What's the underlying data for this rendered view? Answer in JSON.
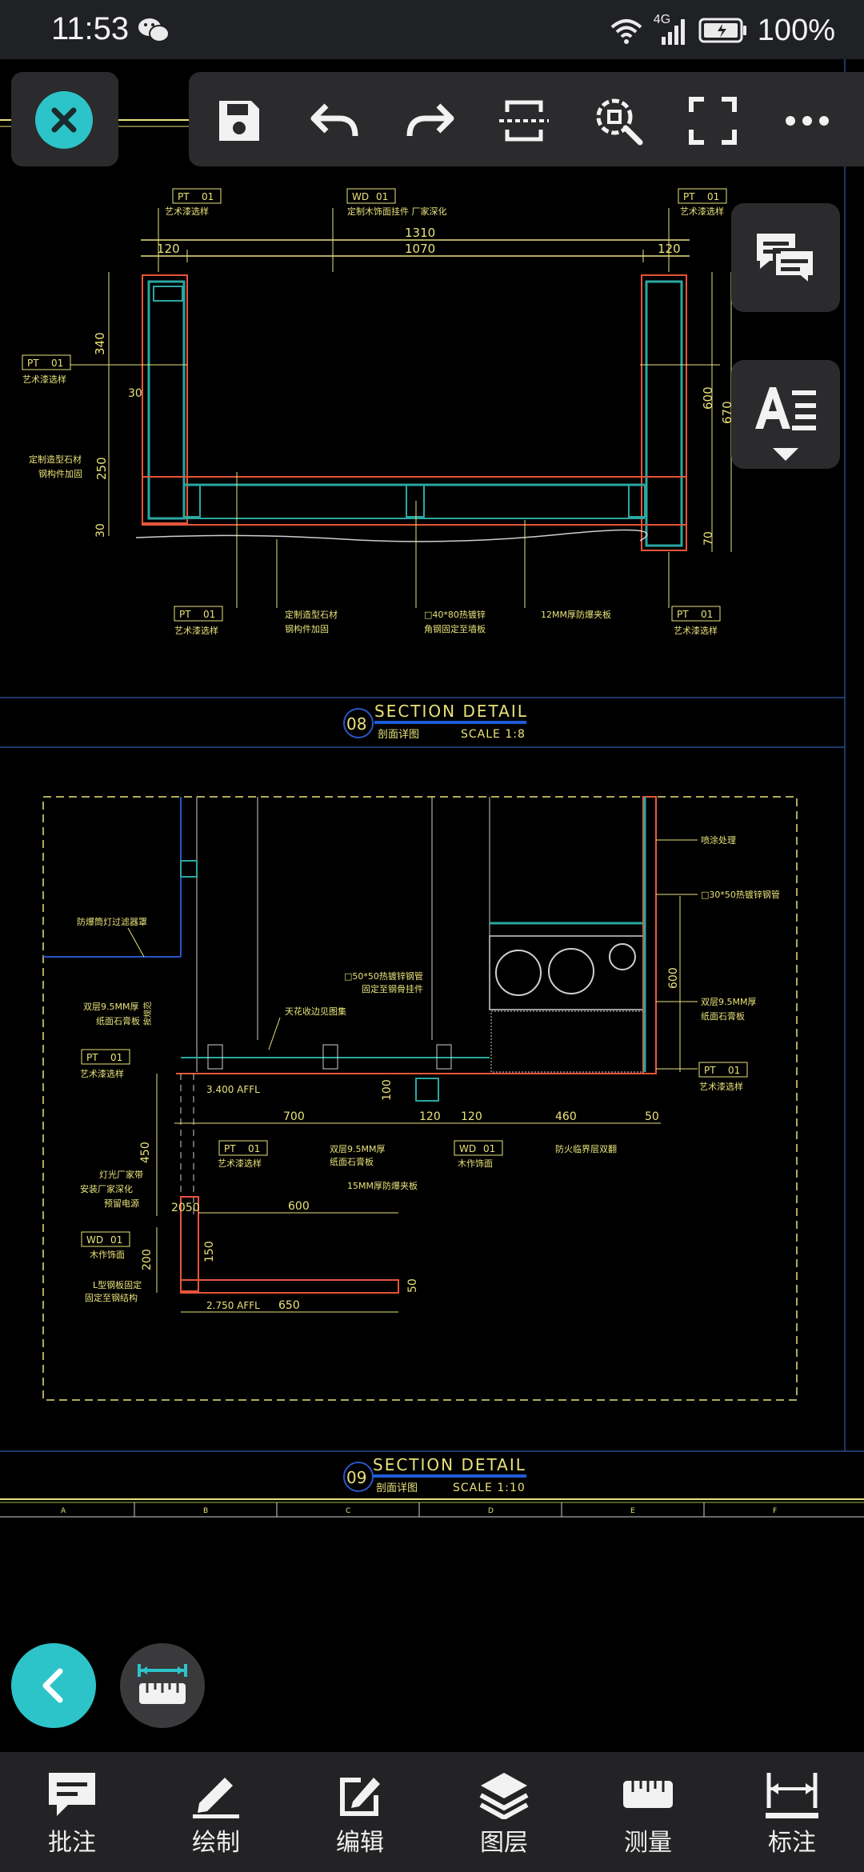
{
  "status_bar": {
    "time": "11:53",
    "network": "4G",
    "battery": "100%"
  },
  "drawing": {
    "section_08": {
      "number": "08",
      "title": "SECTION DETAIL",
      "subtitle": "剖面详图",
      "scale": "SCALE 1:8",
      "dims": {
        "total": "1310",
        "middle": "1070",
        "left": "120",
        "right": "120",
        "h340": "340",
        "h30a": "30",
        "h250": "250",
        "h30b": "30",
        "h600": "600",
        "h670": "670",
        "h70": "70"
      },
      "tags": {
        "pt": "PT",
        "wd": "WD",
        "num": "01"
      },
      "notes": {
        "art_paint": "艺术漆选样",
        "wood_veneer": "定制木饰面挂件 厂家深化",
        "custom_stone": "定制造型石材",
        "steel_frame": "钢构件加固",
        "steel_tube": "□40*80热镀锌",
        "steel_tube_fix": "角钢固定至墙板",
        "plywood": "12MM厚防爆夹板"
      }
    },
    "section_09": {
      "number": "09",
      "title": "SECTION DETAIL",
      "subtitle": "剖面详图",
      "scale": "SCALE 1:10",
      "dims": {
        "d700": "700",
        "d120a": "120",
        "d120b": "120",
        "d460": "460",
        "d50a": "50",
        "d100": "100",
        "d450": "450",
        "d2050": "2050",
        "d600a": "600",
        "d150": "150",
        "d200": "200",
        "d650": "650",
        "d50b": "50",
        "d600b": "600"
      },
      "levels": {
        "affl_3400": "3.400 AFFL",
        "affl_2750": "2.750 AFFL"
      },
      "tags": {
        "pt": "PT",
        "wd": "WD",
        "num": "01"
      },
      "notes": {
        "ceiling_light": "防爆筒灯过滤器罩",
        "gypsum_a": "双层9.5MM厚",
        "gypsum_a2": "纸面石膏板",
        "gypsum_side": "按规范",
        "art_paint": "艺术漆选样",
        "ceiling_edge": "天花收边见图集",
        "steel50": "□50*50热镀锌钢管",
        "steel50_fix": "固定至钢骨挂件",
        "gypsum_b": "双层9.5MM厚",
        "gypsum_b2": "纸面石膏板",
        "plywood15": "15MM厚防爆夹板",
        "fire_board": "防火临界层双翻",
        "woodwork": "木作饰面",
        "spray": "喷涂处理",
        "steel30": "□30*50热镀锌钢管",
        "gypsum_c": "双层9.5MM厚",
        "gypsum_c2": "纸面石膏板",
        "lighting_a": "灯光厂家带",
        "lighting_b": "安装厂家深化",
        "lighting_c": "预留电源",
        "wood_veneer": "木作饰面",
        "l_steel": "L型钢板固定",
        "l_steel2": "固定至钢结构"
      }
    },
    "grid_labels": [
      "A",
      "B",
      "C",
      "D",
      "E",
      "F"
    ]
  },
  "toolbar": {
    "close": "close-icon",
    "items": [
      "save-icon",
      "undo-icon",
      "redo-icon",
      "crop-icon",
      "zoom-icon",
      "fullscreen-icon",
      "more-icon"
    ]
  },
  "bottom_nav": {
    "items": [
      {
        "label": "批注",
        "icon": "comment-icon"
      },
      {
        "label": "绘制",
        "icon": "pencil-icon"
      },
      {
        "label": "编辑",
        "icon": "edit-icon"
      },
      {
        "label": "图层",
        "icon": "layers-icon"
      },
      {
        "label": "测量",
        "icon": "ruler-icon"
      },
      {
        "label": "标注",
        "icon": "dimension-icon"
      }
    ]
  },
  "colors": {
    "accent": "#2cc4c9",
    "cad_yellow": "#e9e27a",
    "cad_cyan": "#2aa7a0",
    "cad_blue": "#1f5bd8",
    "panel": "#2b2b2d"
  }
}
